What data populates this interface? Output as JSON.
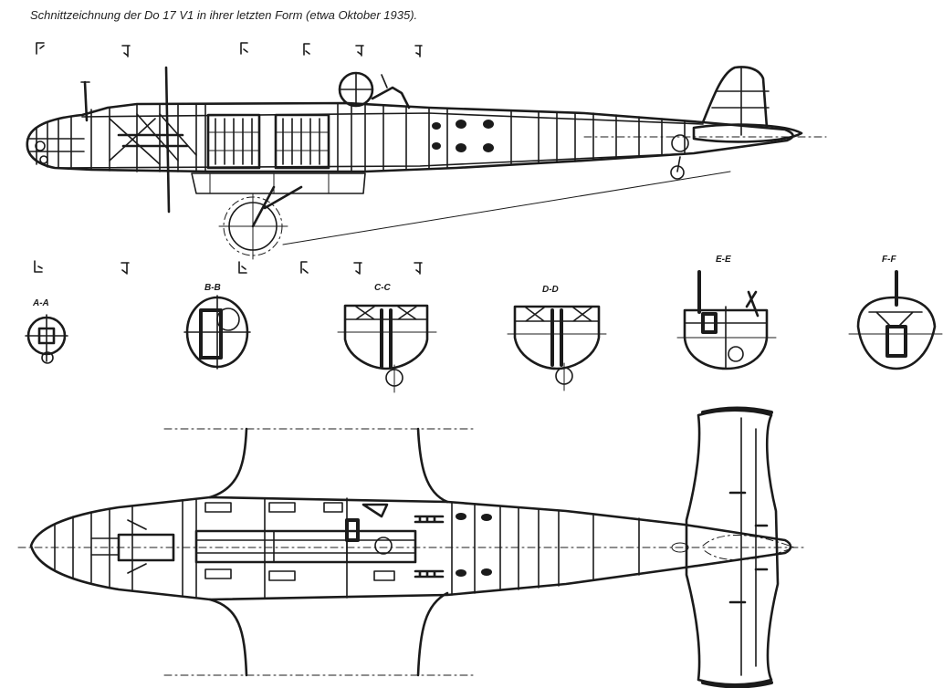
{
  "caption": "Schnittzeichnung der Do 17 V1 in ihrer letzten Form (etwa Oktober 1935).",
  "sections": [
    {
      "id": "a",
      "label": "A-A"
    },
    {
      "id": "b",
      "label": "B-B"
    },
    {
      "id": "c",
      "label": "C-C"
    },
    {
      "id": "d",
      "label": "D-D"
    },
    {
      "id": "e",
      "label": "E-E"
    },
    {
      "id": "f",
      "label": "F-F"
    }
  ],
  "colors": {
    "ink": "#1b1b1b",
    "paper": "#ffffff"
  }
}
